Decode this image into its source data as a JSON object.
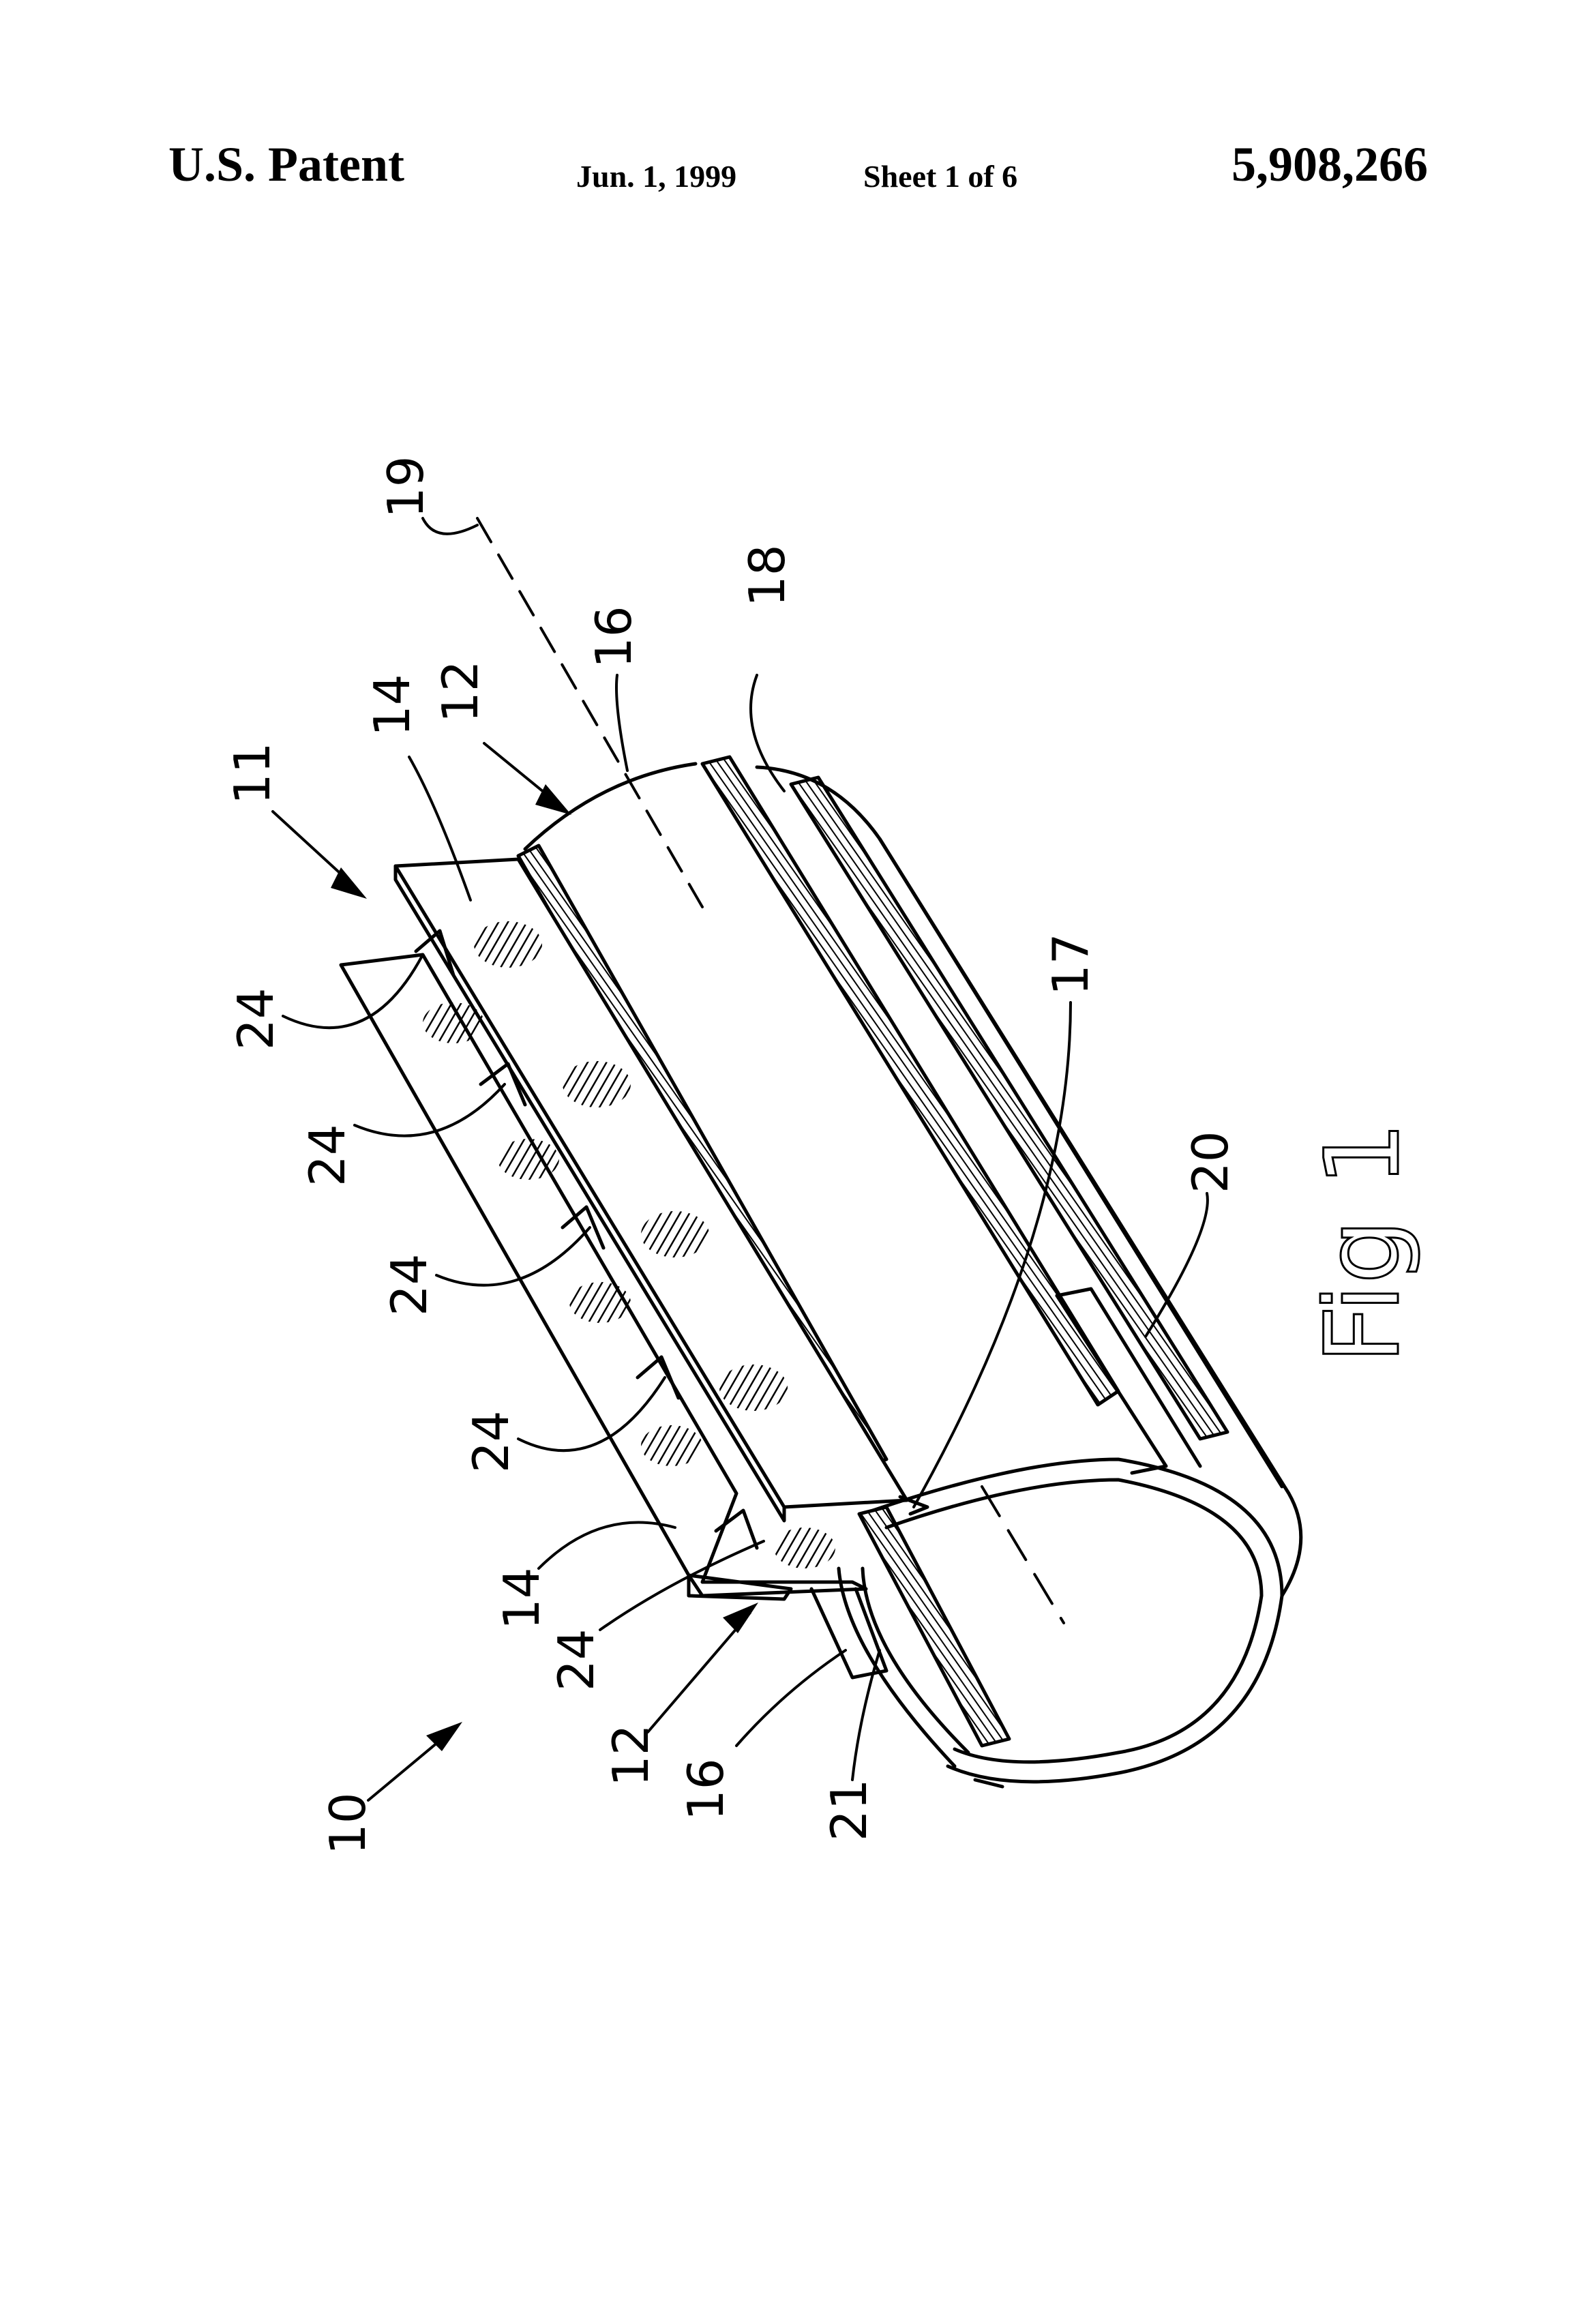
{
  "header": {
    "left": "U.S. Patent",
    "date": "Jun. 1, 1999",
    "sheet": "Sheet 1 of 6",
    "patent_number": "5,908,266"
  },
  "figure": {
    "caption": "Fig 1",
    "reference_numerals": [
      "10",
      "11",
      "12",
      "12",
      "14",
      "14",
      "16",
      "16",
      "17",
      "18",
      "19",
      "20",
      "21",
      "24",
      "24",
      "24",
      "24",
      "24"
    ]
  }
}
